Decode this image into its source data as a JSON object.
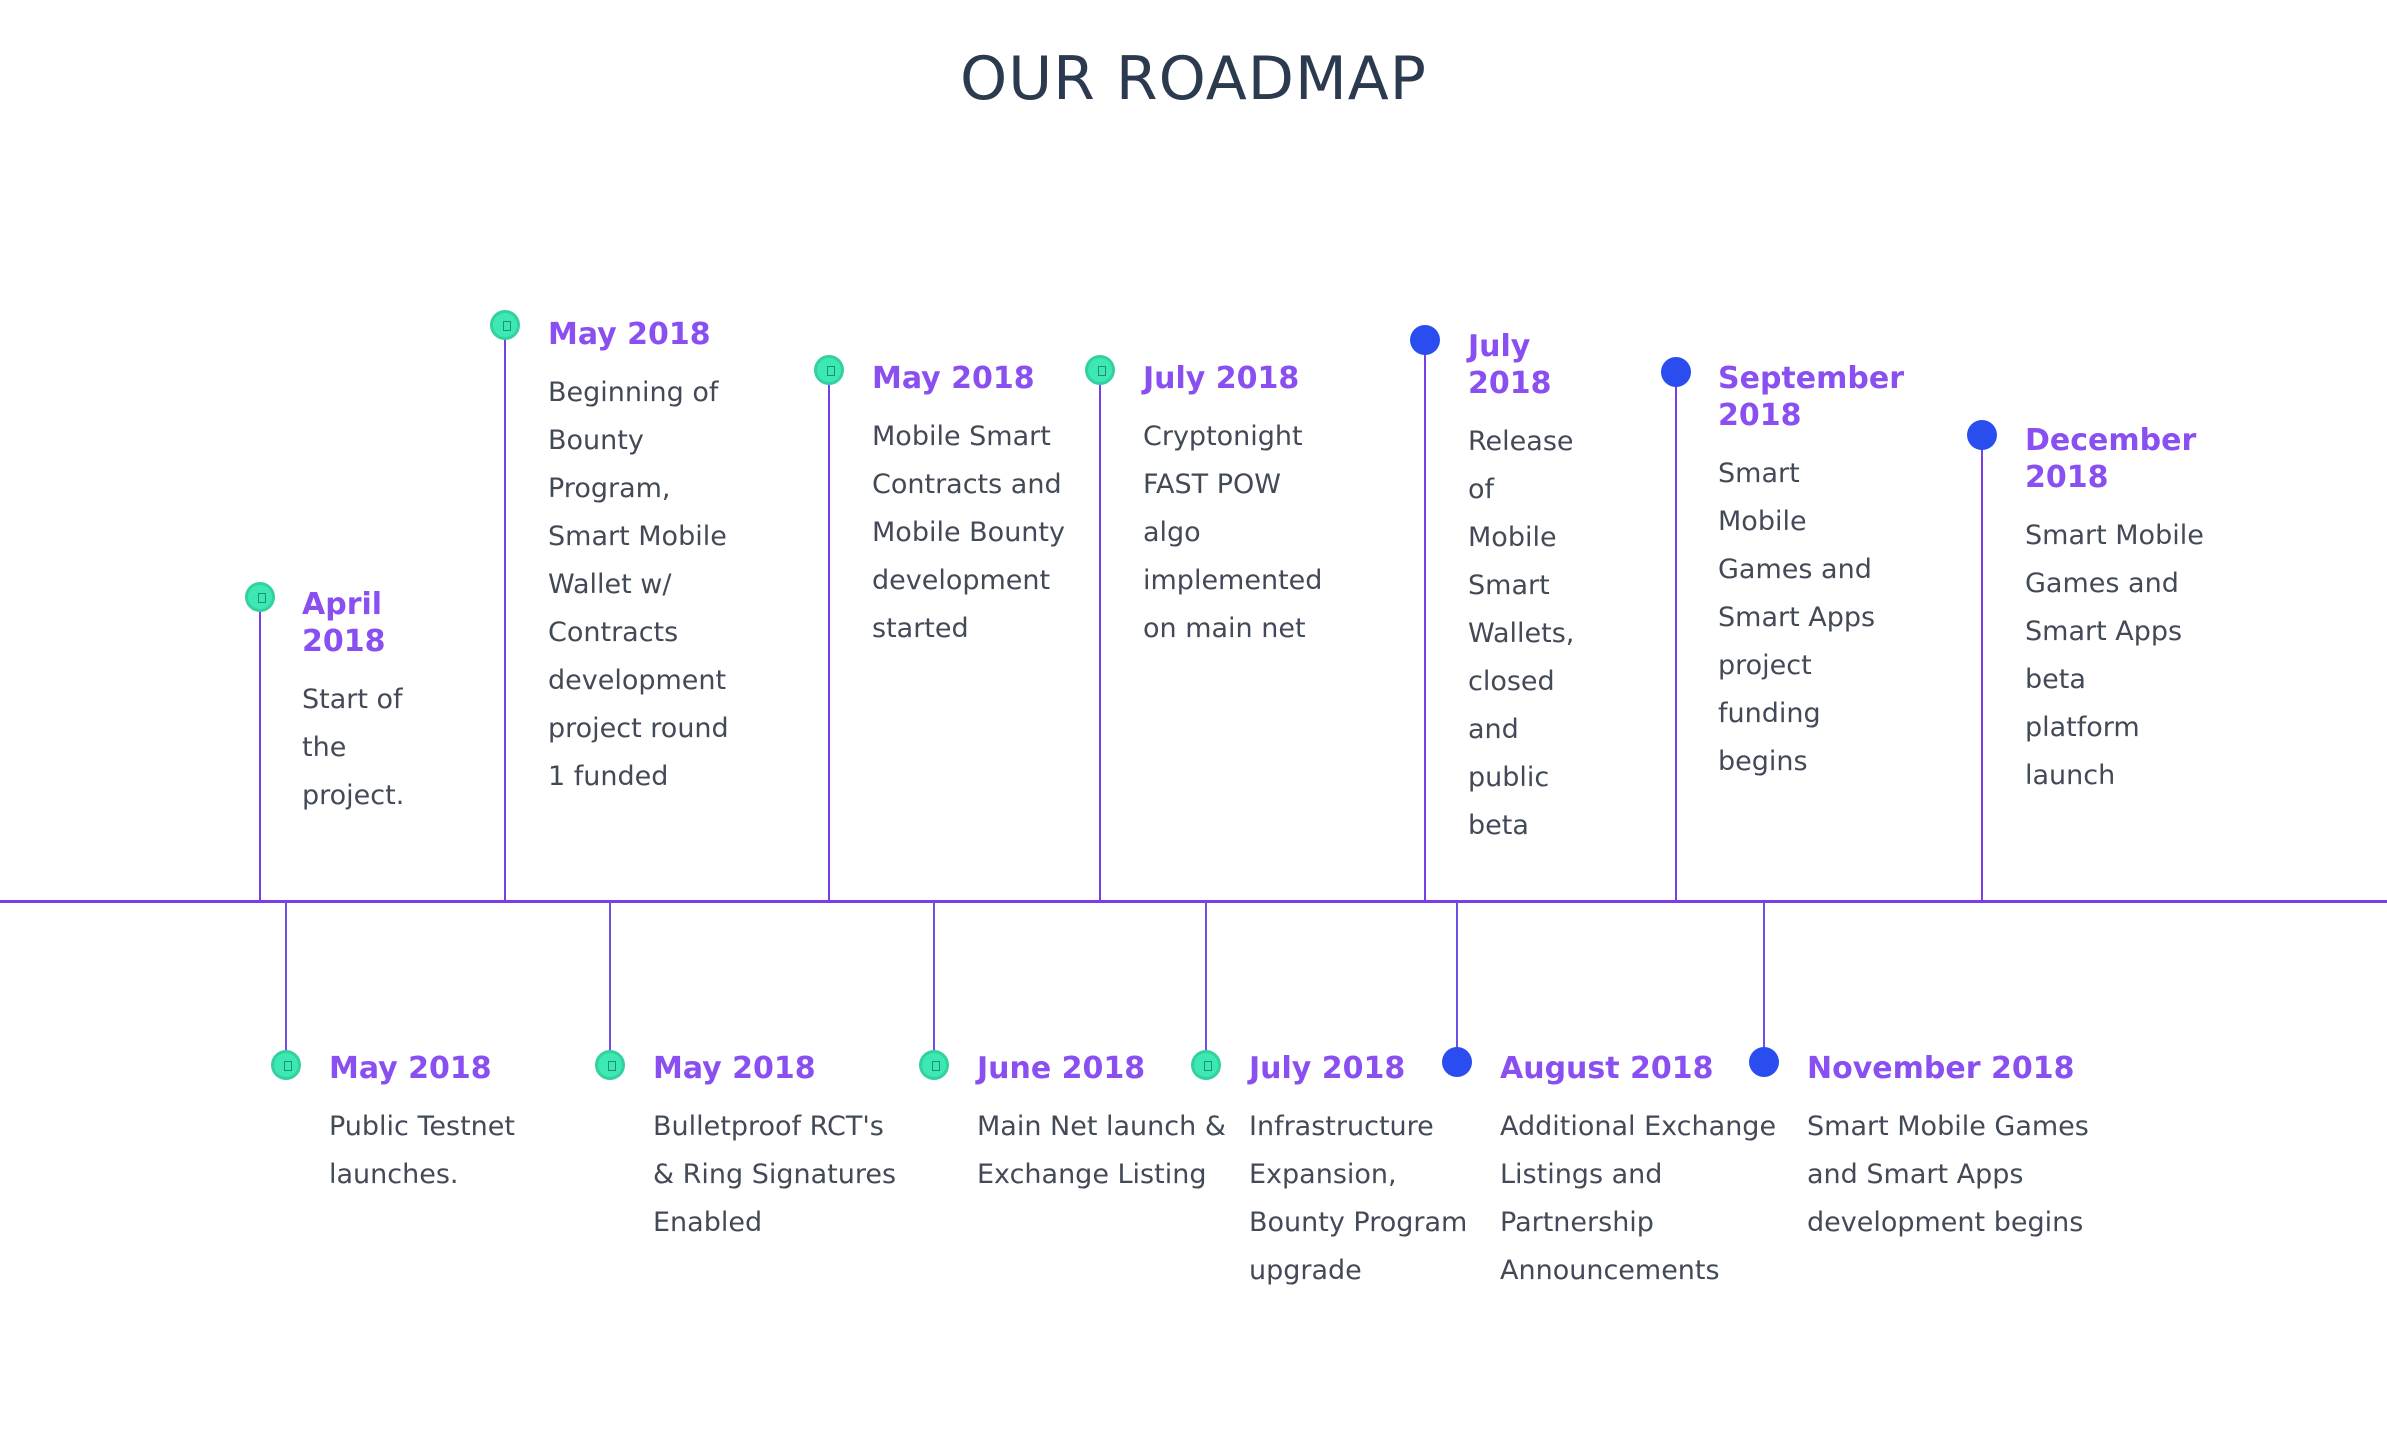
{
  "title": "OUR ROADMAP",
  "colors": {
    "axis": "#7a3ee6",
    "date": "#8a4ff0",
    "text": "#434a57",
    "title": "#2c3a4f",
    "done_marker": "#3ee8b5",
    "upcoming_marker": "#2a4df0"
  },
  "upper_items": [
    {
      "date": "April 2018",
      "desc": "Start of the project.",
      "marker": "check-icon"
    },
    {
      "date": "May 2018",
      "desc": "Beginning of Bounty Program, Smart Mobile Wallet w/ Contracts development project round 1 funded",
      "marker": "check-icon"
    },
    {
      "date": "May 2018",
      "desc": "Mobile Smart Contracts and Mobile Bounty development started",
      "marker": "check-icon"
    },
    {
      "date": "July 2018",
      "desc": "Cryptonight FAST POW algo implemented on main net",
      "marker": "check-icon"
    },
    {
      "date": "July 2018",
      "desc": "Release of Mobile Smart Wallets, closed and public beta",
      "marker": "dot-icon"
    },
    {
      "date": "September 2018",
      "desc": "Smart Mobile Games and Smart Apps project funding begins",
      "marker": "dot-icon"
    },
    {
      "date": "December 2018",
      "desc": "Smart Mobile Games and Smart Apps beta platform launch",
      "marker": "dot-icon"
    }
  ],
  "lower_items": [
    {
      "date": "May 2018",
      "desc": "Public Testnet launches.",
      "marker": "check-icon"
    },
    {
      "date": "May 2018",
      "desc": "Bulletproof RCT's & Ring Signatures Enabled",
      "marker": "check-icon"
    },
    {
      "date": "June 2018",
      "desc": "Main Net launch & Exchange Listing",
      "marker": "check-icon"
    },
    {
      "date": "July 2018",
      "desc": "Infrastructure Expansion, Bounty Program upgrade",
      "marker": "check-icon"
    },
    {
      "date": "August 2018",
      "desc": "Additional Exchange Listings and Partnership Announcements",
      "marker": "dot-icon"
    },
    {
      "date": "November 2018",
      "desc": "Smart Mobile Games and Smart Apps development begins",
      "marker": "dot-icon"
    }
  ]
}
